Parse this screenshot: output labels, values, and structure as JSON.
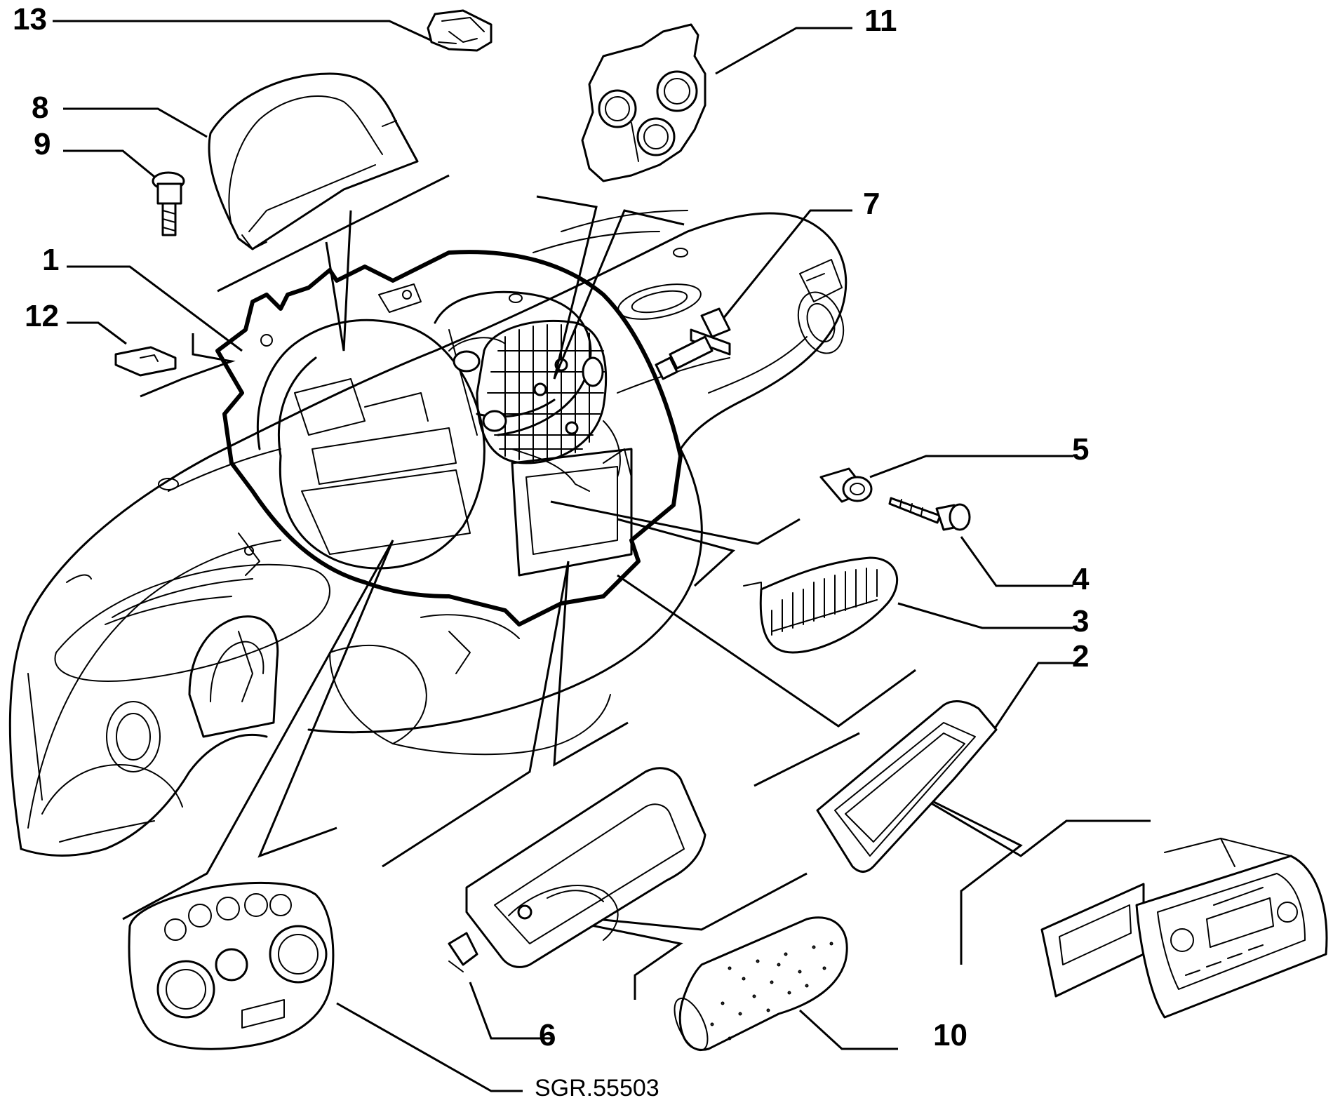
{
  "drawing": {
    "reference_code": "SGR.55503",
    "callouts": [
      {
        "id": "1",
        "label": "1"
      },
      {
        "id": "2",
        "label": "2"
      },
      {
        "id": "3",
        "label": "3"
      },
      {
        "id": "4",
        "label": "4"
      },
      {
        "id": "5",
        "label": "5"
      },
      {
        "id": "6",
        "label": "6"
      },
      {
        "id": "7",
        "label": "7"
      },
      {
        "id": "8",
        "label": "8"
      },
      {
        "id": "9",
        "label": "9"
      },
      {
        "id": "10",
        "label": "10"
      },
      {
        "id": "11",
        "label": "11"
      },
      {
        "id": "12",
        "label": "12"
      },
      {
        "id": "13",
        "label": "13"
      }
    ]
  }
}
